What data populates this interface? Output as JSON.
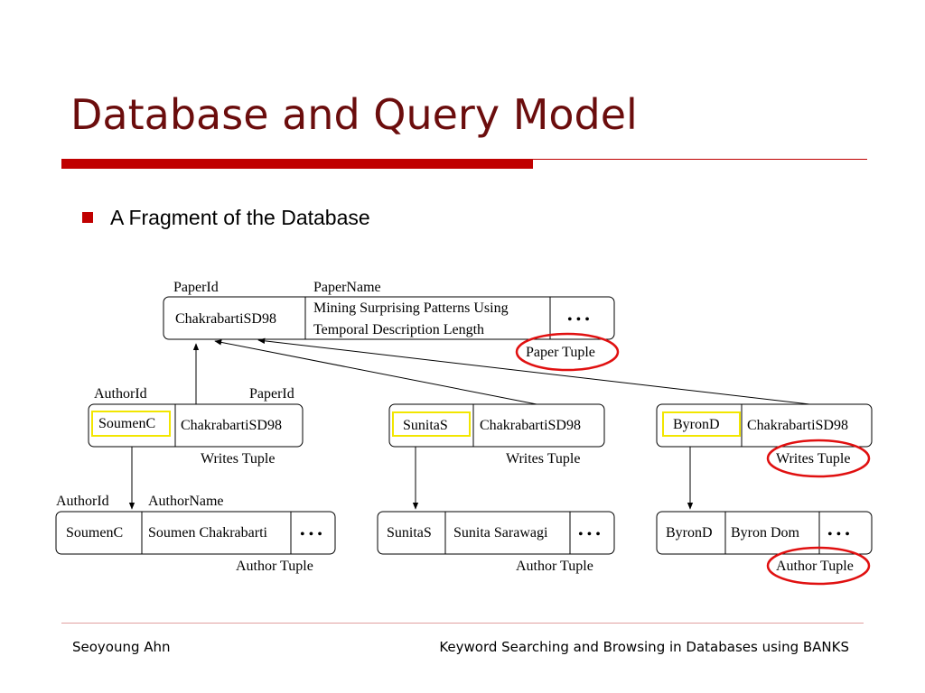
{
  "slide": {
    "title": "Database and Query Model",
    "bullet": "A Fragment of the Database"
  },
  "diagram": {
    "paper": {
      "header_id": "PaperId",
      "header_name": "PaperName",
      "id": "ChakrabartiSD98",
      "name_line1": "Mining Surprising Patterns Using",
      "name_line2": "Temporal Description Length",
      "ellipsis": "• • •",
      "caption": "Paper Tuple"
    },
    "writes_headers": {
      "author_id": "AuthorId",
      "paper_id": "PaperId"
    },
    "writes": [
      {
        "author": "SoumenC",
        "paper": "ChakrabartiSD98",
        "caption": "Writes Tuple"
      },
      {
        "author": "SunitaS",
        "paper": "ChakrabartiSD98",
        "caption": "Writes Tuple"
      },
      {
        "author": "ByronD",
        "paper": "ChakrabartiSD98",
        "caption": "Writes Tuple"
      }
    ],
    "author_headers": {
      "author_id": "AuthorId",
      "author_name": "AuthorName"
    },
    "authors": [
      {
        "id": "SoumenC",
        "name": "Soumen Chakrabarti",
        "ellipsis": "• • •",
        "caption": "Author Tuple"
      },
      {
        "id": "SunitaS",
        "name": "Sunita Sarawagi",
        "ellipsis": "• • •",
        "caption": "Author Tuple"
      },
      {
        "id": "ByronD",
        "name": "Byron Dom",
        "ellipsis": "• • •",
        "caption": "Author Tuple"
      }
    ],
    "colors": {
      "highlight_box": "#f2e600",
      "callout_circle": "#e01010",
      "title": "#6b0d0d",
      "accent": "#c00000"
    }
  },
  "footer": {
    "author": "Seoyoung Ahn",
    "talk": "Keyword Searching and Browsing in Databases using BANKS"
  }
}
